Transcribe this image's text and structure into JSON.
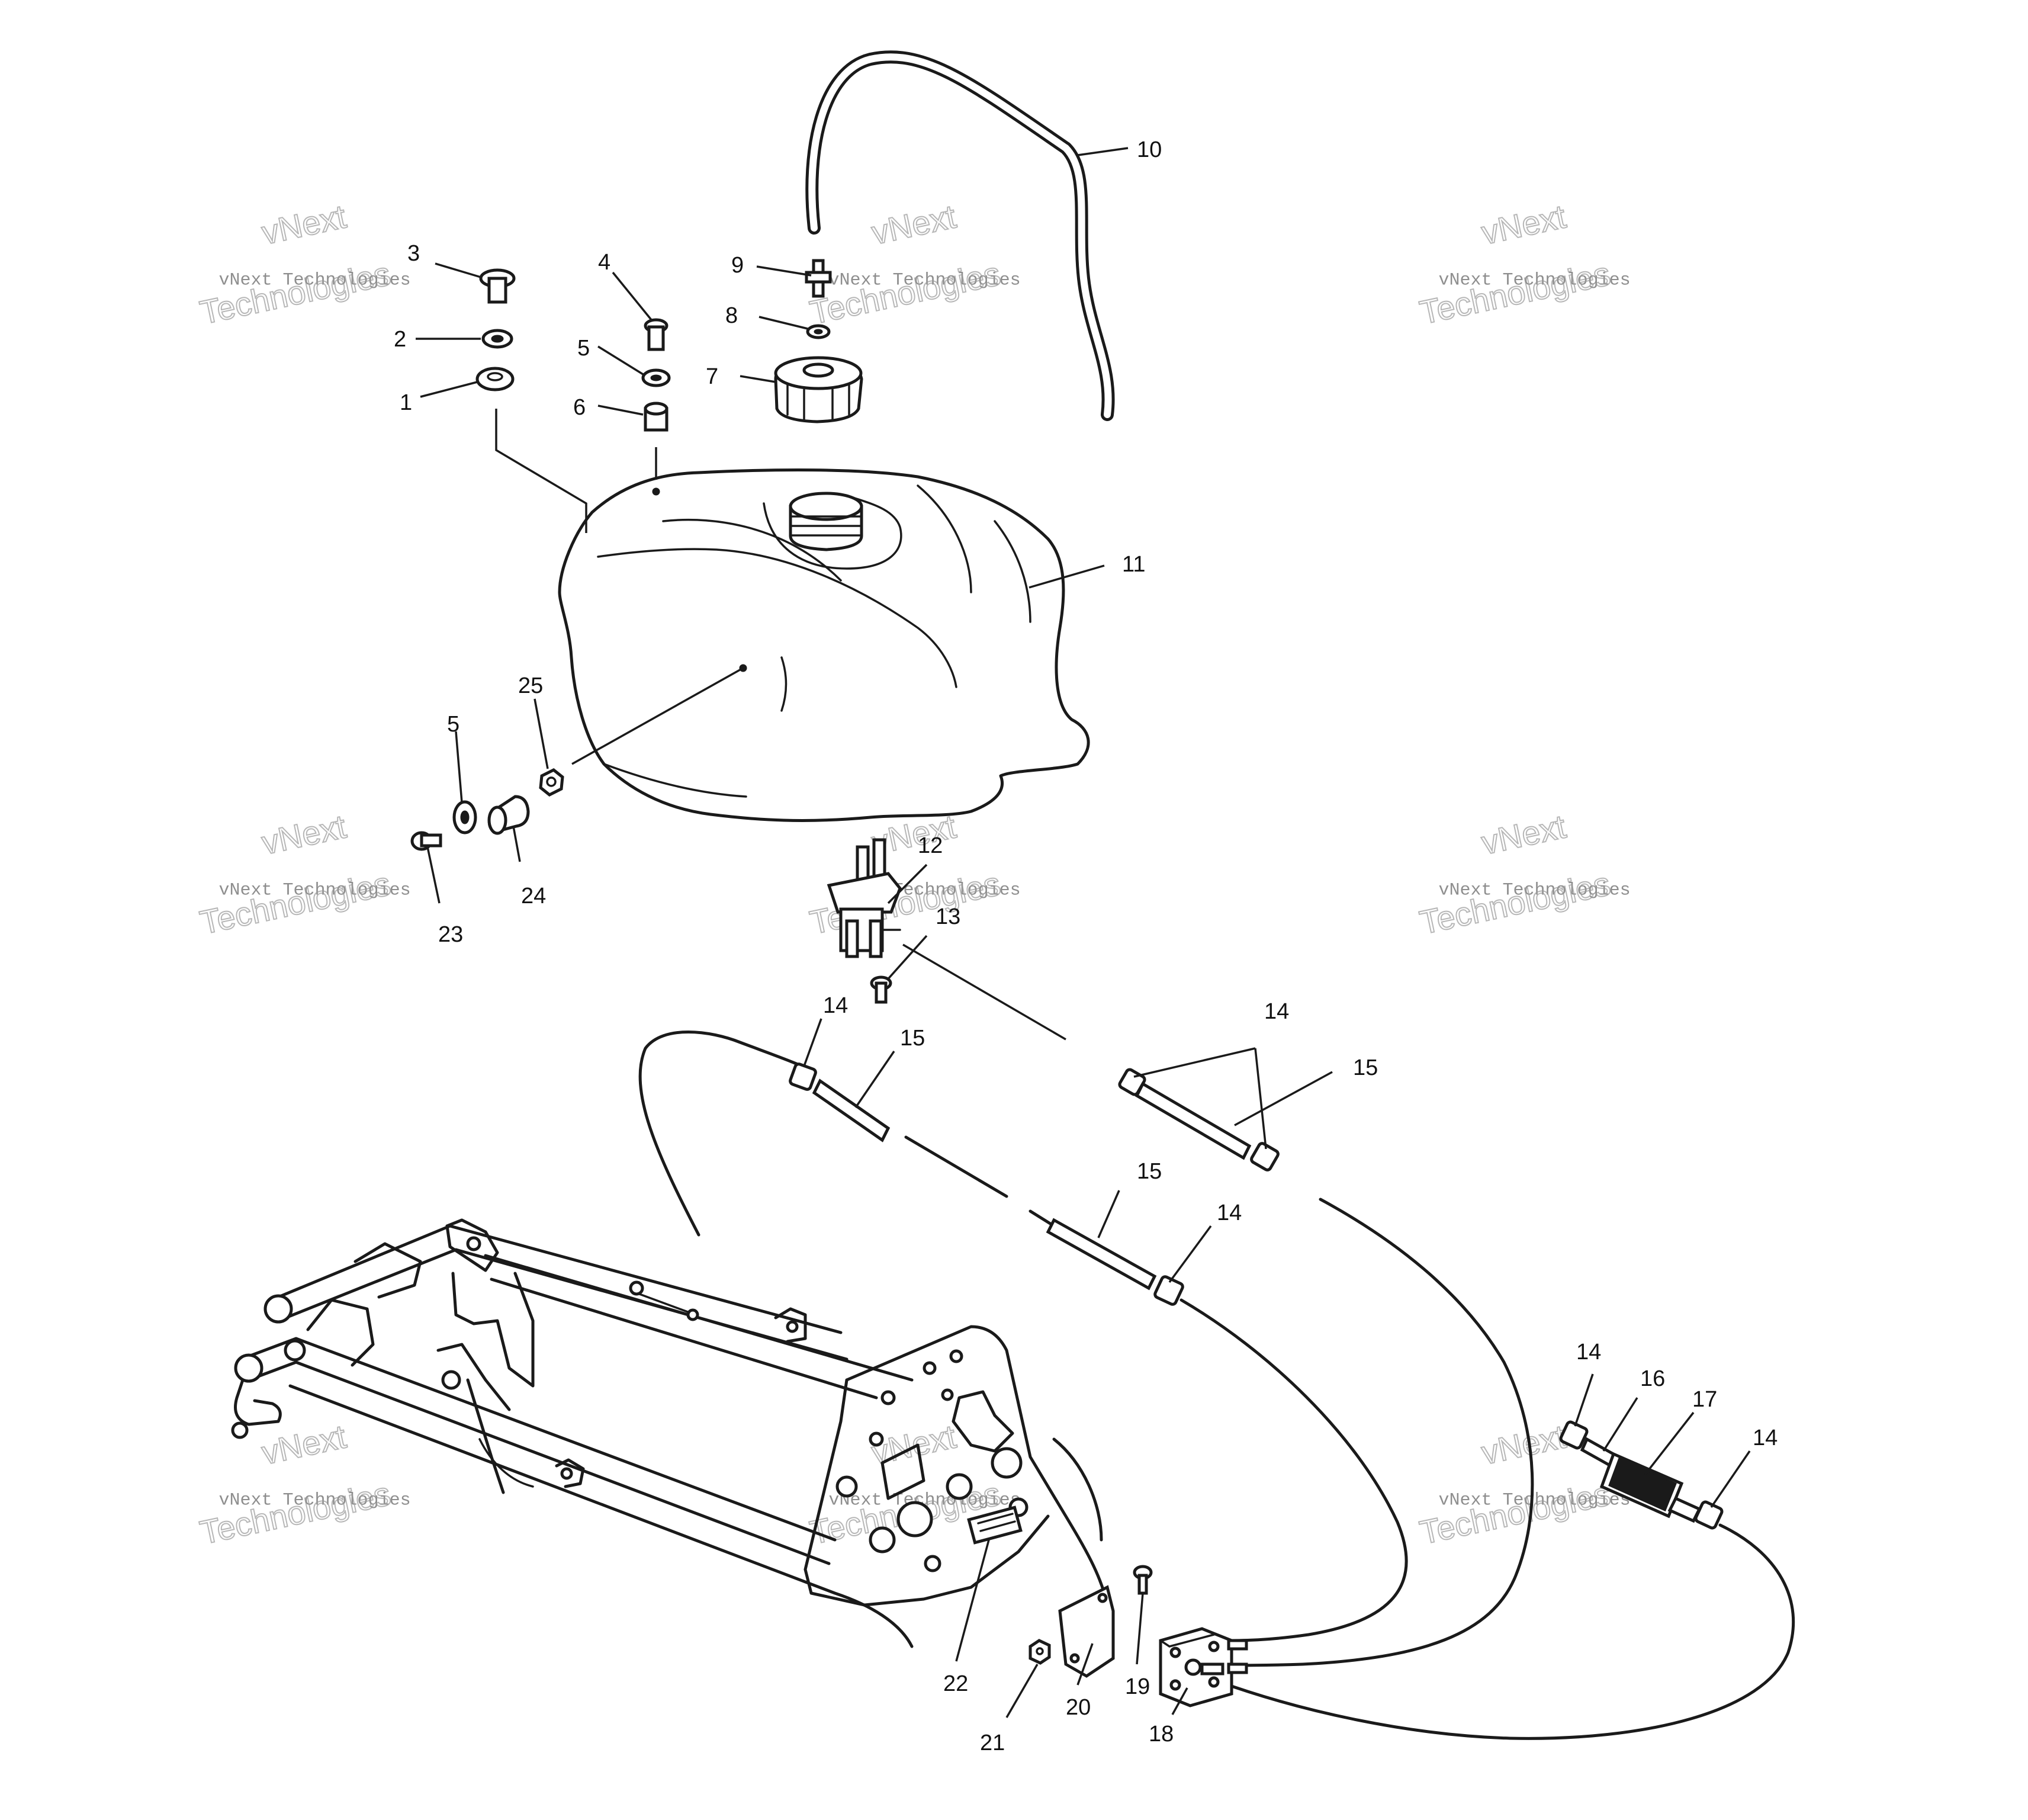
{
  "watermark": {
    "line1": "vNext",
    "line2": "vNext Technologies",
    "line3": "Technologies",
    "color": "#9a9a9a"
  },
  "callouts": [
    {
      "id": "1",
      "label": "1"
    },
    {
      "id": "2",
      "label": "2"
    },
    {
      "id": "3",
      "label": "3"
    },
    {
      "id": "4",
      "label": "4"
    },
    {
      "id": "5",
      "label": "5"
    },
    {
      "id": "6",
      "label": "6"
    },
    {
      "id": "7",
      "label": "7"
    },
    {
      "id": "8",
      "label": "8"
    },
    {
      "id": "9",
      "label": "9"
    },
    {
      "id": "10",
      "label": "10"
    },
    {
      "id": "11",
      "label": "11"
    },
    {
      "id": "12",
      "label": "12"
    },
    {
      "id": "13",
      "label": "13"
    },
    {
      "id": "14",
      "label": "14"
    },
    {
      "id": "15",
      "label": "15"
    },
    {
      "id": "16",
      "label": "16"
    },
    {
      "id": "17",
      "label": "17"
    },
    {
      "id": "18",
      "label": "18"
    },
    {
      "id": "19",
      "label": "19"
    },
    {
      "id": "20",
      "label": "20"
    },
    {
      "id": "21",
      "label": "21"
    },
    {
      "id": "22",
      "label": "22"
    },
    {
      "id": "23",
      "label": "23"
    },
    {
      "id": "24",
      "label": "24"
    },
    {
      "id": "25",
      "label": "25"
    }
  ]
}
